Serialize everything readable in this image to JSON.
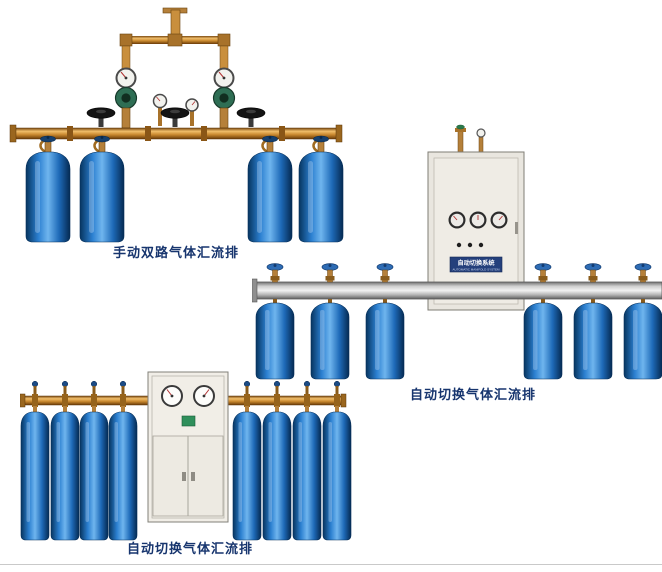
{
  "page": {
    "background": "#ffffff",
    "bottom_rule_color": "#c9c9c9"
  },
  "palette": {
    "caption_text": "#17356e",
    "cylinder_blue_dark": "#07355f",
    "cylinder_blue_light": "#6fb5ee",
    "brass_pipe": "#c9892f",
    "rail_silver": "#cfcfcf",
    "cabinet_body": "#e9e6df",
    "panel_label_bg": "#24407c"
  },
  "products": [
    {
      "figure": "manual-dual-gas-manifold",
      "caption": "手动双路气体汇流排",
      "cylinder_count": 4
    },
    {
      "figure": "auto-switch-gas-manifold-wall-cabinet",
      "caption": "自动切换气体汇流排",
      "cylinder_count": 6,
      "cabinet_label": "自动切换系统",
      "cabinet_sublabel": "AUTOMATIC MANIFOLD SYSTEM"
    },
    {
      "figure": "auto-switch-gas-manifold-floor-cabinet",
      "caption": "自动切换气体汇流排",
      "cylinder_count": 8
    }
  ]
}
